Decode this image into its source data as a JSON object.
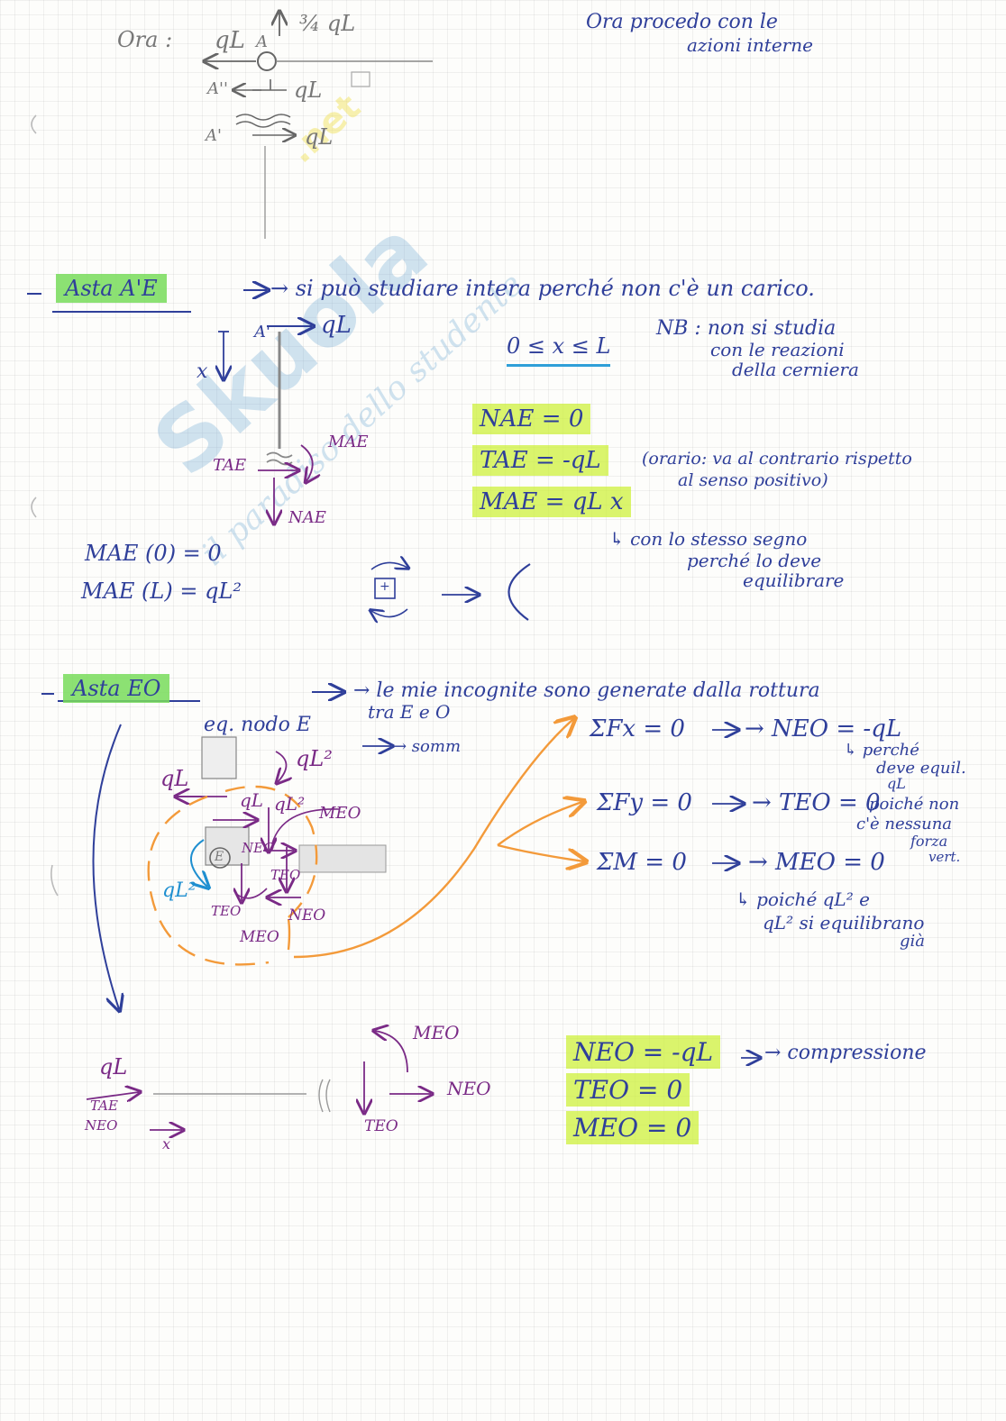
{
  "watermark": {
    "brand": "Skuola",
    "domain": ".net",
    "slogan": "il paradiso dello studente"
  },
  "header": {
    "ora": "Ora :",
    "ql_top": "qL",
    "a_label": "A",
    "three_quarters": "¾ qL",
    "a_double": "A''",
    "ql_mid": "qL",
    "a_prime": "A'",
    "ql_low": "qL",
    "note_line1": "Ora procedo con le",
    "note_line2": "azioni interne"
  },
  "asta_ae": {
    "title": "Asta A'E",
    "arrow_note": "→ si può studiare intera perché non c'è un carico.",
    "a_prime": "A'",
    "ql": "qL",
    "x": "x",
    "range": "0 ≤ x ≤ L",
    "nb_line1": "NB : non si studia",
    "nb_line2": "con le reazioni",
    "nb_line3": "della cerniera",
    "t_label": "TAE",
    "m_label": "MAE",
    "n_label": "NAE",
    "eq_n": "NAE = 0",
    "eq_t": "TAE = -qL",
    "t_note_line1": "(orario: va al contrario rispetto",
    "t_note_line2": "al senso positivo)",
    "eq_m": "MAE = qL x",
    "m_note_line1": "↳ con lo stesso segno",
    "m_note_line2": "perché lo deve",
    "m_note_line3": "equilibrare",
    "m0": "MAE (0) = 0",
    "ml": "MAE (L) = qL²",
    "plus": "+"
  },
  "asta_eo": {
    "title": "Asta EO",
    "arrow_note_line1": "→ le mie incognite sono generate dalla rottura",
    "arrow_note_line2": "tra E e O",
    "eq_node": "eq. nodo E",
    "ql2_top": "qL²",
    "somm": "→ somm",
    "ql_left": "qL",
    "ql_inner": "qL",
    "ql2_inner": "qL²",
    "meo_top": "MEO",
    "neo_inner": "NEO",
    "e_label": "E",
    "ql2_cyan": "qL²",
    "teo_right": "TEO",
    "teo_left": "TEO",
    "neo_right": "NEO",
    "meo_bottom": "MEO",
    "sum_fx": "ΣFx = 0",
    "res_fx": "→ NEO = -qL",
    "fx_note_line1": "↳ perché",
    "fx_note_line2": "deve equil.",
    "fx_note_line3": "qL",
    "sum_fy": "ΣFy = 0",
    "res_fy": "→ TEO = 0",
    "fy_note_line1": "poiché non",
    "fy_note_line2": "c'è nessuna",
    "fy_note_line3": "forza",
    "fy_note_line4": "vert.",
    "sum_m": "ΣM = 0",
    "res_m": "→ MEO = 0",
    "m_note_line1": "↳ poiché qL² e",
    "m_note_line2": "qL² si equilibrano",
    "m_note_line3": "già",
    "beam_ql": "qL",
    "beam_tae": "TAE",
    "beam_neo": "NEO",
    "beam_x": "x",
    "cut_meo": "MEO",
    "cut_neo": "NEO",
    "cut_teo": "TEO",
    "final_n": "NEO = -qL",
    "final_n_note": "→ compressione",
    "final_t": "TEO = 0",
    "final_m": "MEO = 0"
  }
}
